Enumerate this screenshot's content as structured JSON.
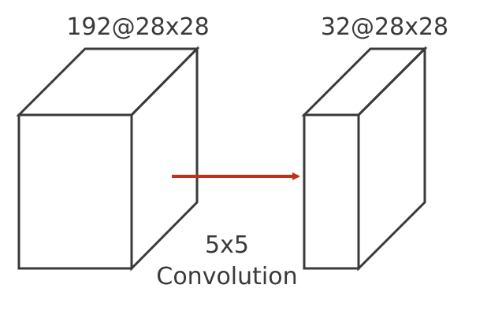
{
  "input_volume": {
    "label": "192@28x28"
  },
  "output_volume": {
    "label": "32@28x28"
  },
  "operation": {
    "line1": "5x5",
    "line2": "Convolution"
  },
  "colors": {
    "outline": "#3a3a3a",
    "arrow": "#c0311a",
    "text": "#3a3a3a",
    "background": "#ffffff"
  }
}
